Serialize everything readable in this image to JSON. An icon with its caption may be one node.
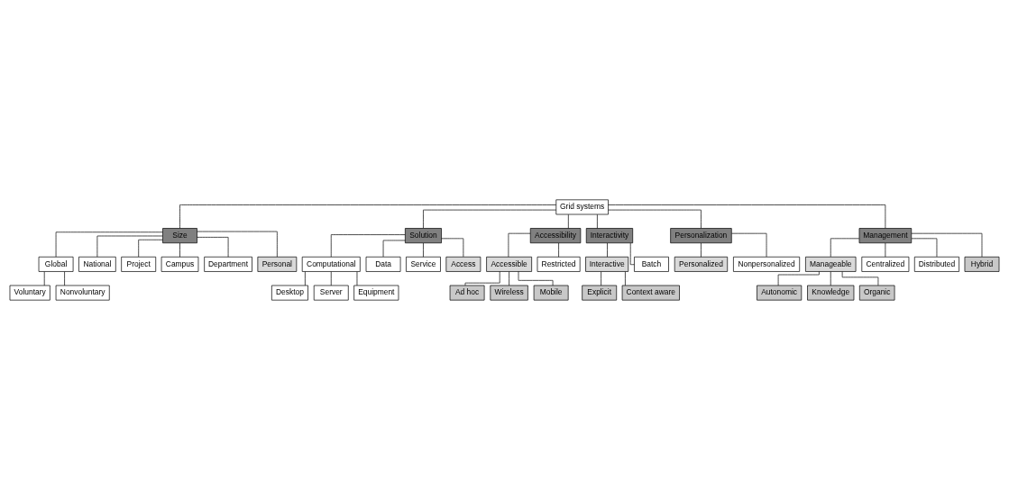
{
  "diagram": {
    "nodes": [
      {
        "text": [
          "Grid systems"
        ]
      },
      {
        "text": [
          "Size"
        ]
      },
      {
        "text": [
          "Global"
        ]
      },
      {
        "text": [
          "Voluntary"
        ]
      },
      {
        "text": [
          "Nonvoluntary"
        ]
      },
      {
        "text": [
          "National"
        ]
      },
      {
        "text": [
          "Project"
        ]
      },
      {
        "text": [
          "Campus"
        ]
      },
      {
        "text": [
          "Department"
        ]
      },
      {
        "text": [
          "Personal"
        ]
      },
      {
        "text": [
          "Solution"
        ]
      },
      {
        "text": [
          "Computational"
        ]
      },
      {
        "text": [
          "Desktop"
        ]
      },
      {
        "text": [
          "Server"
        ]
      },
      {
        "text": [
          "Equipment"
        ]
      },
      {
        "text": [
          "Data"
        ]
      },
      {
        "text": [
          "Service"
        ]
      },
      {
        "text": [
          "Access"
        ]
      },
      {
        "text": [
          "Accessibility"
        ]
      },
      {
        "text": [
          "Accessible"
        ]
      },
      {
        "text": [
          "Ad hoc"
        ]
      },
      {
        "text": [
          "Wireless"
        ]
      },
      {
        "text": [
          "Mobile"
        ]
      },
      {
        "text": [
          "Restricted"
        ]
      },
      {
        "text": [
          "Interactivity"
        ]
      },
      {
        "text": [
          "Interactive"
        ]
      },
      {
        "text": [
          "Explicit"
        ]
      },
      {
        "text": [
          "Context aware"
        ]
      },
      {
        "text": [
          "Batch"
        ]
      },
      {
        "text": [
          "Personalization"
        ]
      },
      {
        "text": [
          "Personalized"
        ]
      },
      {
        "text": [
          "Nonpersonalized"
        ]
      },
      {
        "text": [
          "Management"
        ]
      },
      {
        "text": [
          "Manageable"
        ]
      },
      {
        "text": [
          "Autonomic"
        ]
      },
      {
        "text": [
          "Knowledge"
        ]
      },
      {
        "text": [
          "Organic"
        ]
      },
      {
        "text": [
          "Centralized"
        ]
      },
      {
        "text": [
          "Distributed"
        ]
      },
      {
        "text": [
          "Hybrid"
        ]
      }
    ],
    "edges": [
      {
        "from": 0,
        "to": 1,
        "arrow": "none"
      },
      {
        "from": 0,
        "to": 10,
        "arrow": "none"
      },
      {
        "from": 0,
        "to": 18,
        "arrow": "none"
      },
      {
        "from": 0,
        "to": 24,
        "arrow": "none"
      },
      {
        "from": 0,
        "to": 29,
        "arrow": "none"
      },
      {
        "from": 0,
        "to": 32,
        "arrow": "none"
      },
      {
        "from": 1,
        "to": 2,
        "arrow": "none"
      },
      {
        "from": 2,
        "to": 3,
        "arrow": "none"
      },
      {
        "from": 2,
        "to": 4,
        "arrow": "none"
      },
      {
        "from": 1,
        "to": 5,
        "arrow": "none"
      },
      {
        "from": 1,
        "to": 6,
        "arrow": "none"
      },
      {
        "from": 1,
        "to": 7,
        "arrow": "none"
      },
      {
        "from": 1,
        "to": 8,
        "arrow": "none"
      },
      {
        "from": 1,
        "to": 9,
        "arrow": "none"
      },
      {
        "from": 10,
        "to": 11,
        "arrow": "none"
      },
      {
        "from": 11,
        "to": 12,
        "arrow": "none"
      },
      {
        "from": 11,
        "to": 13,
        "arrow": "none"
      },
      {
        "from": 11,
        "to": 14,
        "arrow": "none"
      },
      {
        "from": 10,
        "to": 15,
        "arrow": "none"
      },
      {
        "from": 10,
        "to": 16,
        "arrow": "none"
      },
      {
        "from": 10,
        "to": 17,
        "arrow": "none"
      },
      {
        "from": 18,
        "to": 19,
        "arrow": "none"
      },
      {
        "from": 19,
        "to": 20,
        "arrow": "none"
      },
      {
        "from": 19,
        "to": 21,
        "arrow": "none"
      },
      {
        "from": 19,
        "to": 22,
        "arrow": "none"
      },
      {
        "from": 18,
        "to": 23,
        "arrow": "none"
      },
      {
        "from": 24,
        "to": 25,
        "arrow": "none"
      },
      {
        "from": 25,
        "to": 26,
        "arrow": "none"
      },
      {
        "from": 25,
        "to": 27,
        "arrow": "none"
      },
      {
        "from": 24,
        "to": 28,
        "arrow": "none"
      },
      {
        "from": 29,
        "to": 30,
        "arrow": "none"
      },
      {
        "from": 29,
        "to": 31,
        "arrow": "none"
      },
      {
        "from": 32,
        "to": 33,
        "arrow": "none"
      },
      {
        "from": 33,
        "to": 34,
        "arrow": "none"
      },
      {
        "from": 33,
        "to": 35,
        "arrow": "none"
      },
      {
        "from": 33,
        "to": 36,
        "arrow": "none"
      },
      {
        "from": 32,
        "to": 37,
        "arrow": "none"
      },
      {
        "from": 32,
        "to": 38,
        "arrow": "none"
      },
      {
        "from": 32,
        "to": 39,
        "arrow": "none"
      }
    ]
  }
}
